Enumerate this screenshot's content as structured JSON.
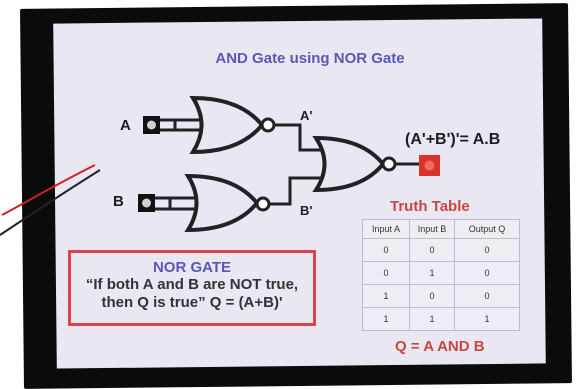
{
  "title": "AND Gate using NOR Gate",
  "labels": {
    "input_a": "A",
    "input_b": "B",
    "a_not": "A'",
    "b_not": "B'",
    "output_expr": "(A'+B')'= A.B"
  },
  "truth_table": {
    "title": "Truth Table",
    "headers": [
      "Input A",
      "Input B",
      "Output Q"
    ],
    "rows": [
      [
        "0",
        "0",
        "0"
      ],
      [
        "0",
        "1",
        "0"
      ],
      [
        "1",
        "0",
        "0"
      ],
      [
        "1",
        "1",
        "1"
      ]
    ]
  },
  "result": "Q = A AND B",
  "nor_box": {
    "title": "NOR GATE",
    "line1": "“If both A and B are NOT true,",
    "line2": "then Q is true”  Q = (A+B)'"
  },
  "colors": {
    "title": "#5b57b8",
    "accent": "#c8483f",
    "box_border": "#d64550",
    "led": "#d8322d"
  }
}
